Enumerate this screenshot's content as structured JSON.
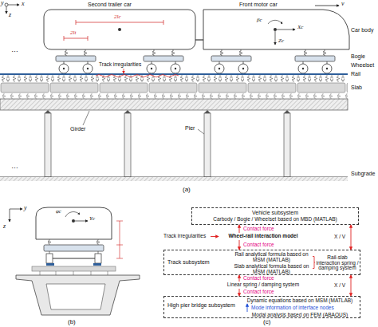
{
  "diagram": {
    "nodes": [
      {
        "text": [
          "Vehicle subsystem",
          "Carbody / Bogie / Wheelset based on MBD (MATLAB)"
        ]
      },
      {
        "text": [
          "Wheel-rail interaction model"
        ]
      },
      {
        "text": [
          "Track subsystem"
        ]
      },
      {
        "text": [
          "Rail analytical formula based on MSM (MATLAB)"
        ],
        "in": 2
      },
      {
        "text": [
          "Slab analytical formula based on MSM (MATLAB)"
        ],
        "in": 2
      },
      {
        "text": [
          "Rail-slab interaction spring / damping system"
        ],
        "in": 2
      },
      {
        "text": [
          "Linear spring / damping system"
        ]
      },
      {
        "text": [
          "High pier bridge subsystem"
        ]
      },
      {
        "text": [
          "Dynamic equations based on MSM (MATLAB)"
        ],
        "in": 7
      },
      {
        "text": [
          "Modal analysis based on FEM (ABAQUS)"
        ],
        "in": 7
      }
    ],
    "edges": [
      {
        "from": 1,
        "to": 0,
        "label": "Contact force",
        "arrow": "to"
      },
      {
        "from": 1,
        "to": 2,
        "label": "Contact force",
        "arrow": "to"
      },
      {
        "from": 0,
        "to": 2,
        "label": "X / V",
        "arrow": "both"
      },
      {
        "from": 6,
        "to": 2,
        "label": "Contact force",
        "arrow": "to"
      },
      {
        "from": 6,
        "to": 7,
        "label": "Contact force",
        "arrow": "to"
      },
      {
        "from": 2,
        "to": 7,
        "label": "X / V",
        "arrow": "both"
      },
      {
        "from": 9,
        "to": 8,
        "label": "Mode information of interface nodes",
        "arrow": "to"
      }
    ],
    "labels": [
      "y",
      "x",
      "z",
      "Second trailer car",
      "Front motor car",
      "v",
      "2lc",
      "2lt",
      "βc",
      "Xc",
      "Zc",
      "Car body",
      "Bogie",
      "Wheelset",
      "Rail",
      "Slab",
      "Track irregularities",
      "…",
      "…",
      "Girder",
      "Pier",
      "Subgrade",
      "(a)",
      "z",
      "y",
      "Yc",
      "φc",
      "(b)",
      "Track irregularities",
      "(c)"
    ]
  }
}
